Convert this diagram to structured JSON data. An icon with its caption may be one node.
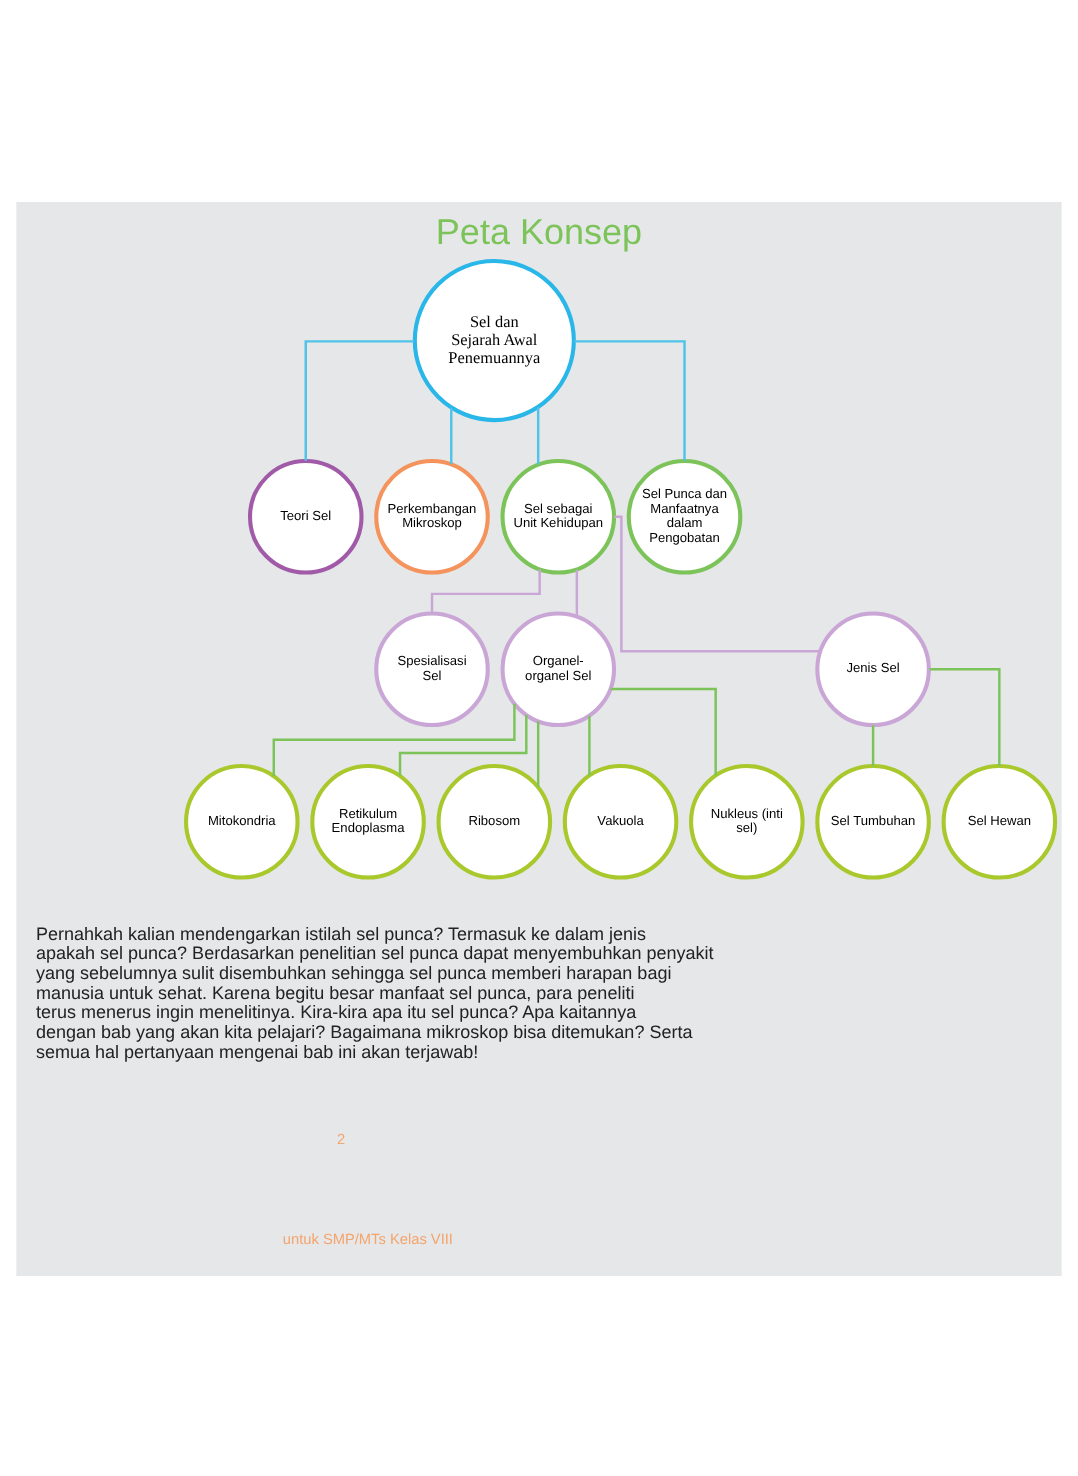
{
  "diagram": {
    "title": "Peta Konsep",
    "nodes": [
      {
        "text": [
          "Sel dan Sejarah Awal Penemuannya"
        ]
      },
      {
        "text": [
          "Teori Sel"
        ]
      },
      {
        "text": [
          "Perkembangan Mikroskop"
        ]
      },
      {
        "text": [
          "Sel sebagai Unit Kehidupan"
        ]
      },
      {
        "text": [
          "Sel Punca dan Manfaatnya dalam Pengobatan"
        ]
      },
      {
        "text": [
          "Spesialisasi Sel"
        ]
      },
      {
        "text": [
          "Organel-organel Sel"
        ]
      },
      {
        "text": [
          "Jenis Sel"
        ]
      },
      {
        "text": [
          "Mitokondria"
        ]
      },
      {
        "text": [
          "Retikulum Endoplasma"
        ]
      },
      {
        "text": [
          "Ribosom"
        ]
      },
      {
        "text": [
          "Vakuola"
        ]
      },
      {
        "text": [
          "Nukleus (inti sel)"
        ]
      },
      {
        "text": [
          "Sel Tumbuhan"
        ]
      },
      {
        "text": [
          "Sel Hewan"
        ]
      }
    ],
    "edges": [
      {
        "from": 0,
        "to": 1,
        "arrow": "none",
        "color": "#4fc3e8"
      },
      {
        "from": 0,
        "to": 2,
        "arrow": "none",
        "color": "#4fc3e8"
      },
      {
        "from": 0,
        "to": 3,
        "arrow": "none",
        "color": "#4fc3e8"
      },
      {
        "from": 0,
        "to": 4,
        "arrow": "none",
        "color": "#4fc3e8"
      },
      {
        "from": 3,
        "to": 5,
        "arrow": "none",
        "color": "#c9a6d6"
      },
      {
        "from": 3,
        "to": 6,
        "arrow": "none",
        "color": "#c9a6d6"
      },
      {
        "from": 3,
        "to": 7,
        "arrow": "none",
        "color": "#c9a6d6"
      },
      {
        "from": 6,
        "to": 8,
        "arrow": "none"
      },
      {
        "from": 6,
        "to": 9,
        "arrow": "none"
      },
      {
        "from": 6,
        "to": 10,
        "arrow": "none"
      },
      {
        "from": 6,
        "to": 11,
        "arrow": "none"
      },
      {
        "from": 6,
        "to": 12,
        "arrow": "none"
      },
      {
        "from": 7,
        "to": 13,
        "arrow": "none"
      },
      {
        "from": 7,
        "to": 14,
        "arrow": "none"
      }
    ],
    "labels": [
      "Pernahkah kalian mendengarkan istilah sel punca? Termasuk ke dalam jenis apakah sel punca? Berdasarkan penelitian sel punca dapat menyembuhkan penyakit yang sebelumnya sulit disembuhkan sehingga sel punca memberi harapan bagi manusia untuk sehat. Karena begitu besar manfaat sel punca, para peneliti terus menerus ingin menelitinya. Kira-kira apa itu sel punca? Apa kaitannya dengan bab yang akan kita pelajari? Bagaimana mikroskop bisa ditemukan? Serta semua hal pertanyaan mengenai bab ini akan terjawab!",
      "2",
      "untuk SMP/MTs Kelas VIII"
    ]
  }
}
